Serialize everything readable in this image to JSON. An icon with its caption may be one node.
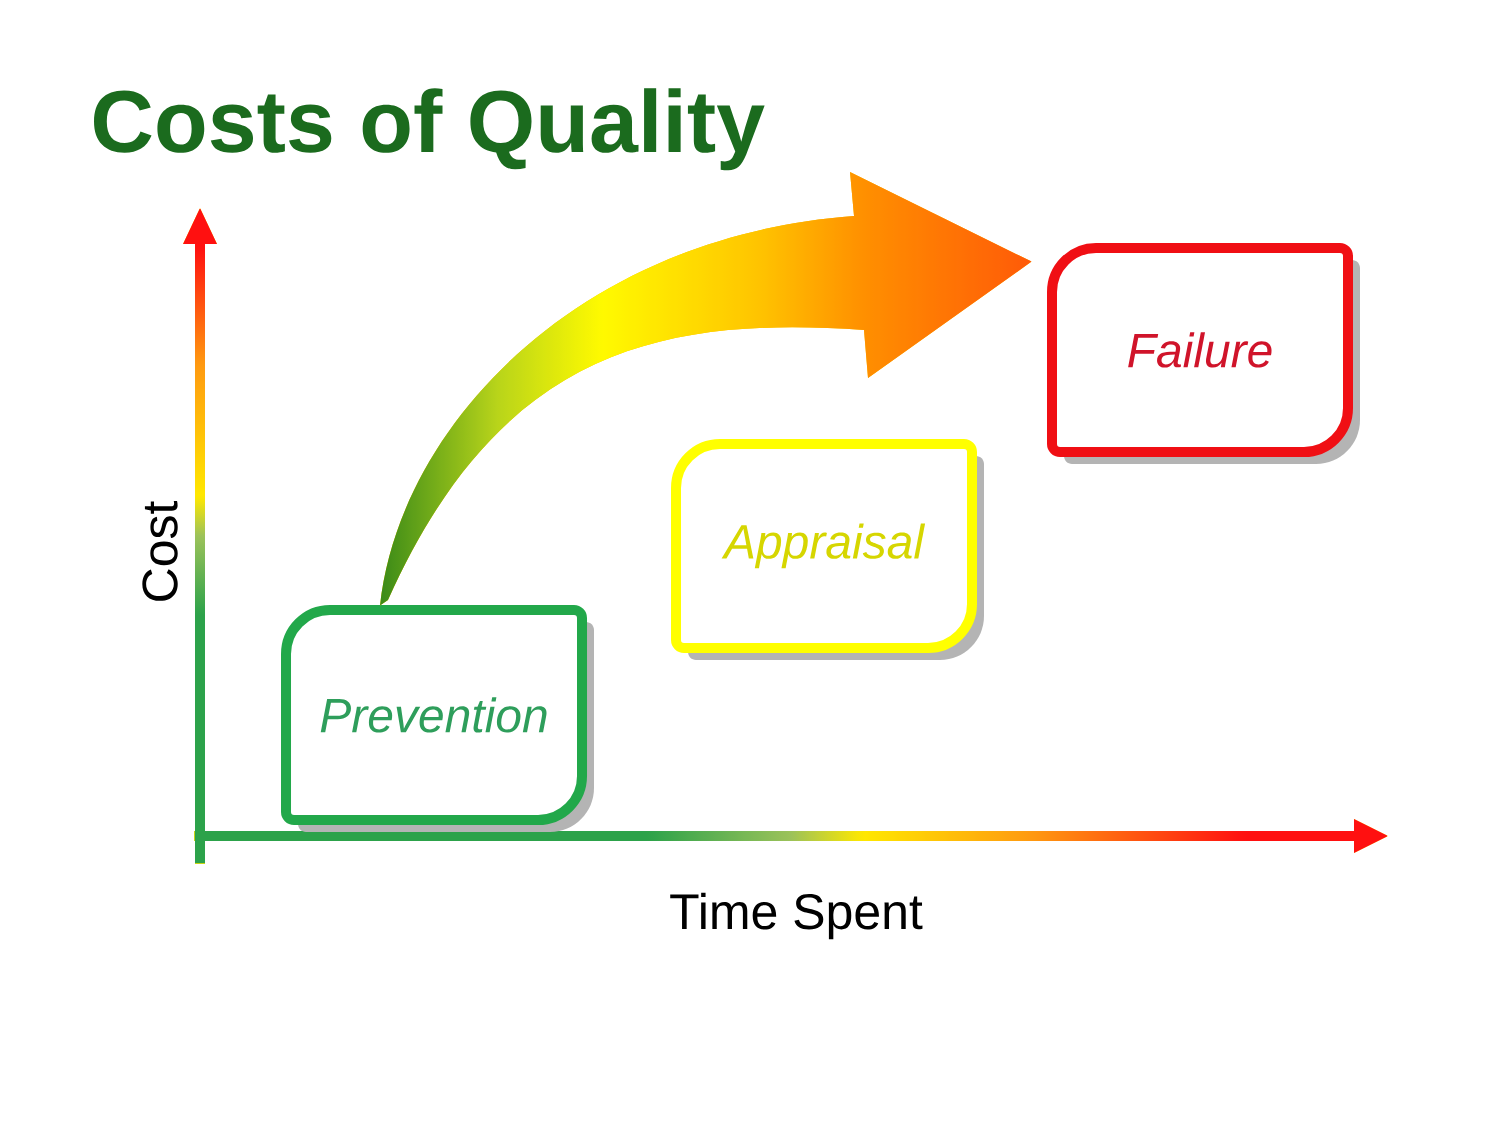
{
  "diagram": {
    "title": "Costs of Quality",
    "nodes": [
      {
        "text": [
          "Prevention"
        ]
      },
      {
        "text": [
          "Appraisal"
        ]
      },
      {
        "text": [
          "Failure"
        ]
      }
    ],
    "edges": [
      {
        "from": 0,
        "to": 2,
        "arrow": "to"
      }
    ],
    "labels": [
      "Cost",
      "Time Spent"
    ]
  }
}
